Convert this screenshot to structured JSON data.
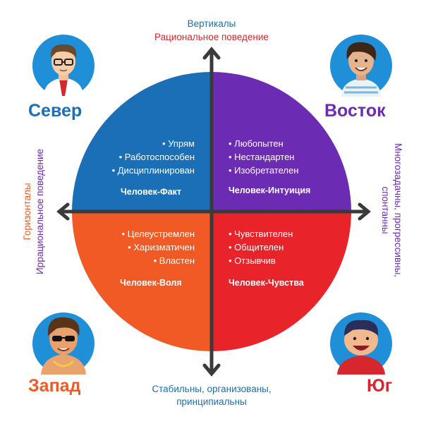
{
  "top_captions": {
    "line1": "Вертикалы",
    "line2": "Рациональное поведение"
  },
  "bottom_caption": {
    "line1": "Стабильны, организованы,",
    "line2": "принципиальны"
  },
  "left_caption": {
    "line1": "Горизонталы",
    "line2": "Иррациональное поведение"
  },
  "right_caption": {
    "line1": "Многозадачны, прогрессивны,",
    "line2": "спонтанны"
  },
  "directions": {
    "north": "Север",
    "east": "Восток",
    "west": "Запад",
    "south": "Юг"
  },
  "quadrants": {
    "north": {
      "title": "Человек-Факт",
      "traits": [
        "• Упрям",
        "• Работоспособен",
        "• Дисциплинирован"
      ],
      "color": "#1a6fb6"
    },
    "east": {
      "title": "Человек-Интуиция",
      "traits": [
        "• Любопытен",
        "• Нестандартен",
        "• Изобретателен"
      ],
      "color": "#6c2bb3"
    },
    "west": {
      "title": "Человек-Воля",
      "traits": [
        "• Целеустремлен",
        "• Харизматичен",
        "• Властен"
      ],
      "color": "#f15a24"
    },
    "south": {
      "title": "Человек-Чувства",
      "traits": [
        "• Чувствителен",
        "• Общителен",
        "• Отзывчив"
      ],
      "color": "#d6262e"
    }
  },
  "icons": [
    "man-with-glasses-icon",
    "smiling-man-icon",
    "man-with-sunglasses-icon",
    "chubby-boy-icon"
  ],
  "colors": {
    "axis": "#3a3a3a",
    "avatar_bg": "#1f8fd8"
  }
}
